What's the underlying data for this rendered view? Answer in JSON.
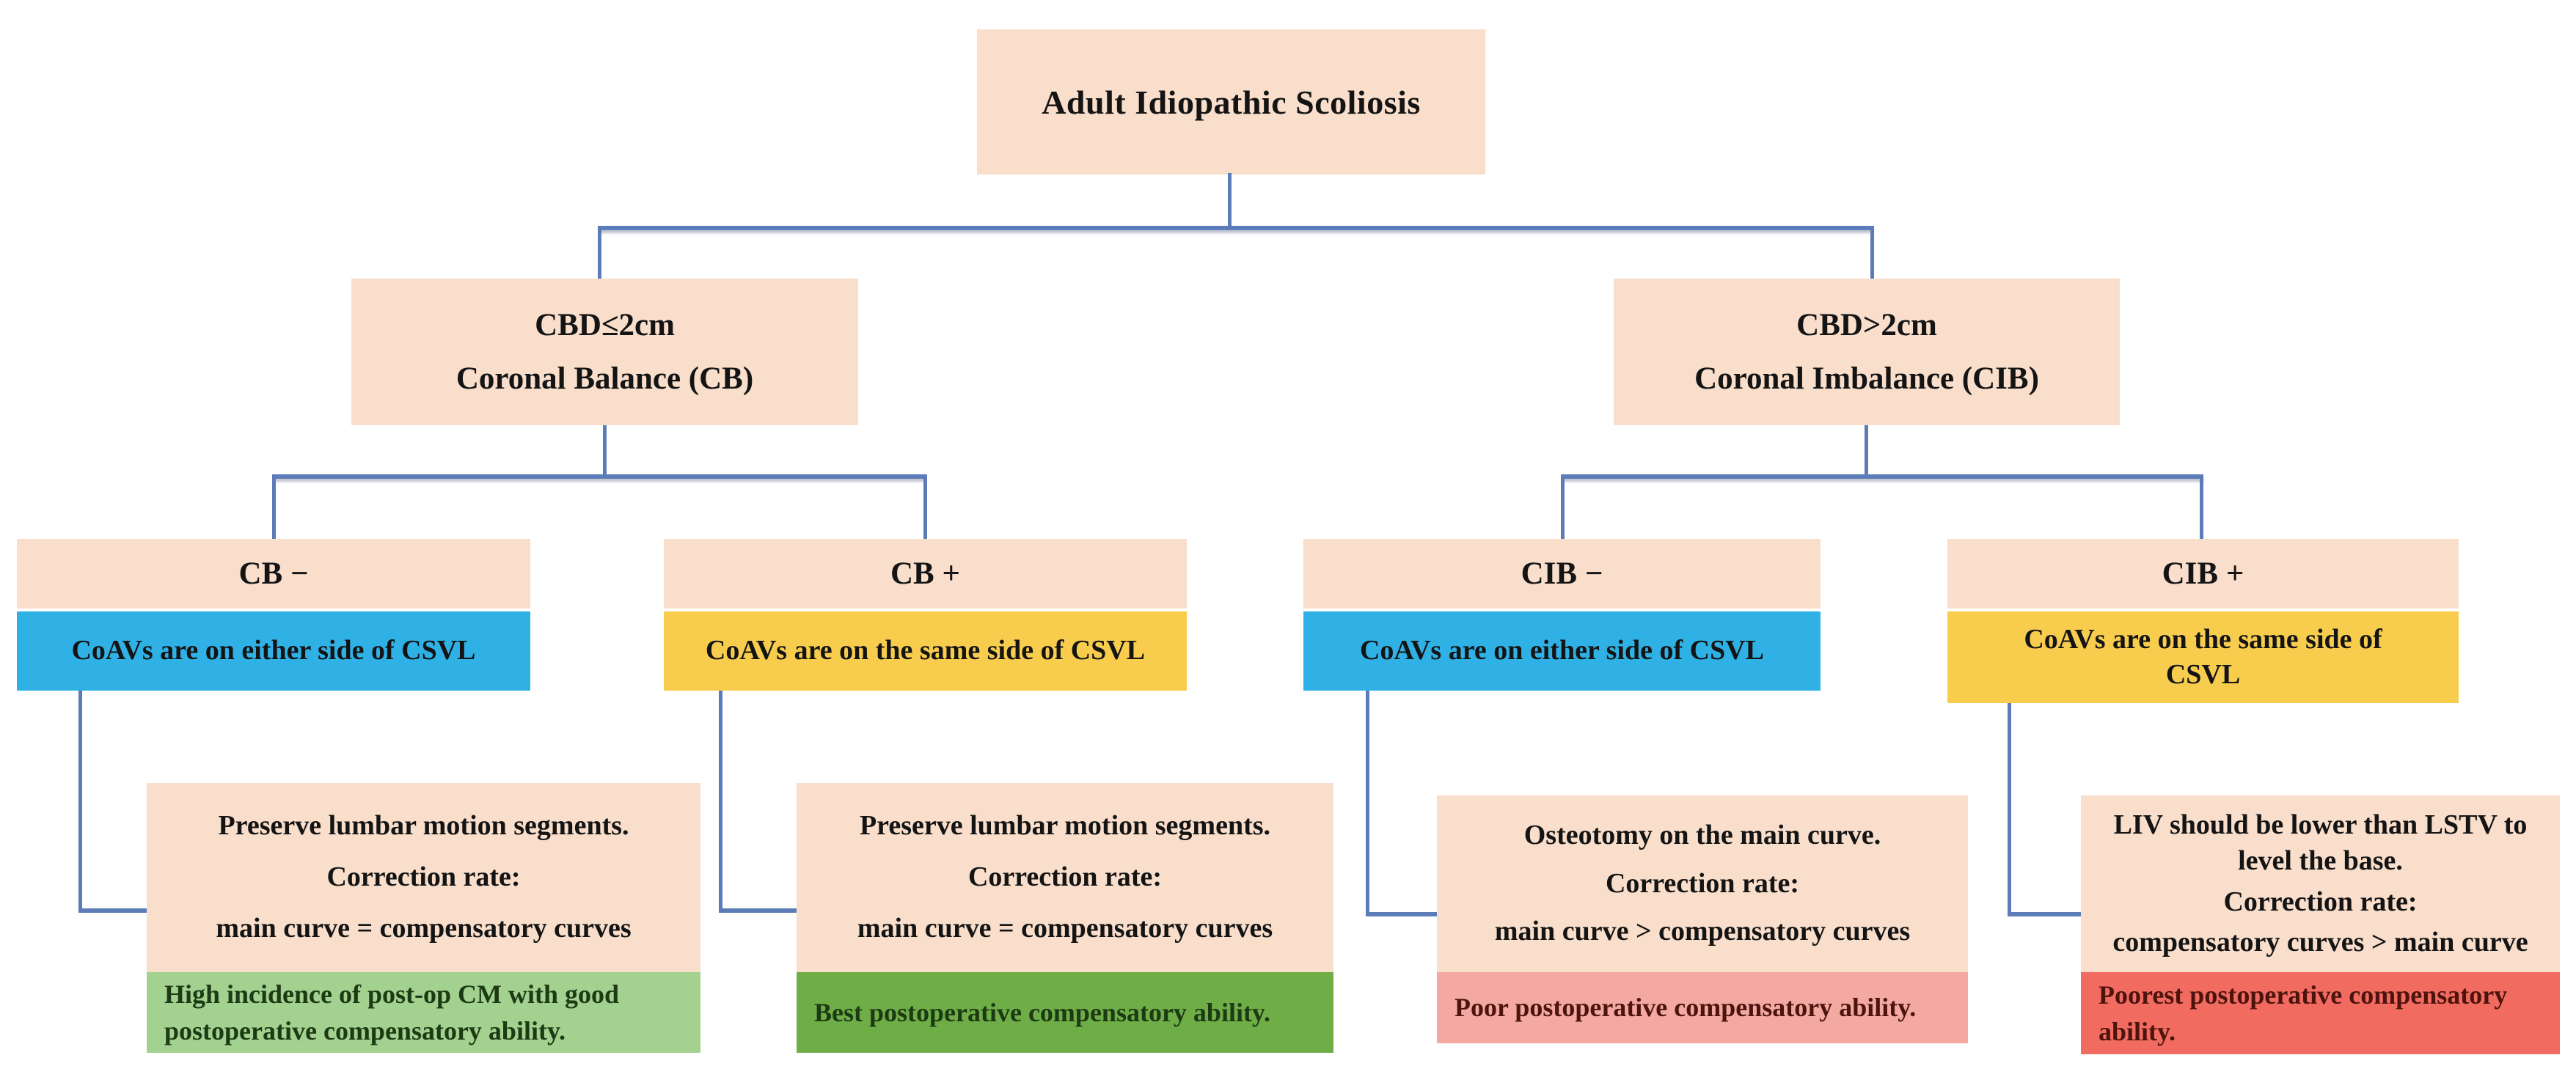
{
  "diagram": {
    "title_node": {
      "label": "Adult Idiopathic Scoliosis"
    },
    "level2": [
      {
        "line1": "CBD≤2cm",
        "line2": "Coronal Balance (CB)"
      },
      {
        "line1": "CBD>2cm",
        "line2": "Coronal Imbalance (CIB)"
      }
    ],
    "branches": [
      {
        "header": "CB −",
        "band": "CoAVs are on either side of CSVL",
        "band_color": "#2fb1e6",
        "treatment": [
          "Preserve lumbar motion segments.",
          "Correction rate:",
          "main curve = compensatory curves"
        ],
        "outcome": "High incidence of post-op CM with good postoperative compensatory ability.",
        "outcome_color": "#a3d18f"
      },
      {
        "header": "CB +",
        "band": "CoAVs are on the same side of CSVL",
        "band_color": "#f8cd4e",
        "treatment": [
          "Preserve lumbar motion segments.",
          "Correction rate:",
          "main curve = compensatory curves"
        ],
        "outcome": "Best postoperative compensatory ability.",
        "outcome_color": "#6fae47"
      },
      {
        "header": "CIB −",
        "band": "CoAVs are on either side of CSVL",
        "band_color": "#2fb1e6",
        "treatment": [
          "Osteotomy on the main curve.",
          "Correction rate:",
          "main curve > compensatory curves"
        ],
        "outcome": "Poor postoperative compensatory ability.",
        "outcome_color": "#f3a8a2"
      },
      {
        "header": "CIB +",
        "band": "CoAVs are on the same side of CSVL",
        "band_color": "#f8cd4e",
        "treatment": [
          "LIV should be lower than LSTV to level the base.",
          "Correction rate:",
          "compensatory curves > main curve"
        ],
        "outcome": "Poorest  postoperative compensatory ability.",
        "outcome_color": "#f26b61"
      }
    ],
    "colors": {
      "node_fill": "#f8decb",
      "connector": "#5b7cb8",
      "blue_band": "#2fb1e6",
      "yellow_band": "#f8cd4e",
      "light_green": "#a3d18f",
      "green": "#6fae47",
      "pink": "#f3a8a2",
      "red": "#f26b61"
    }
  }
}
